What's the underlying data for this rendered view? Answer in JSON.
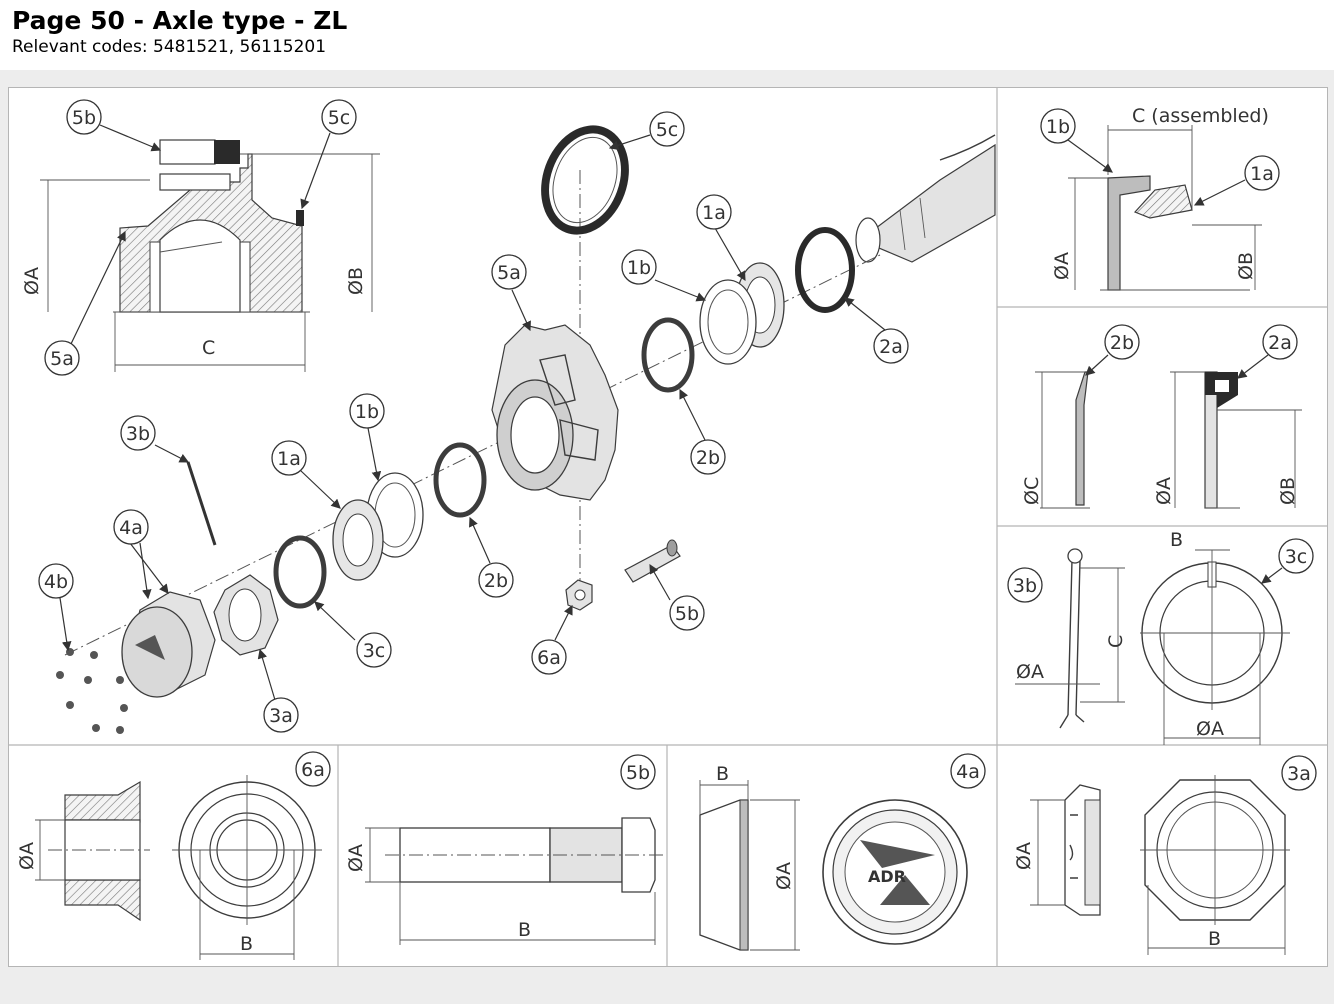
{
  "header": {
    "title": "Page 50 - Axle type - ZL",
    "subtitle": "Relevant codes: 5481521, 56115201"
  },
  "callouts": {
    "c5b": "5b",
    "c5c": "5c",
    "c5a": "5a",
    "c1a": "1a",
    "c1b": "1b",
    "c2a": "2a",
    "c2b": "2b",
    "c3a": "3a",
    "c3b": "3b",
    "c3c": "3c",
    "c4a": "4a",
    "c4b": "4b",
    "c6a": "6a"
  },
  "dims": {
    "dA": "ØA",
    "dB": "ØB",
    "dC": "ØC",
    "C": "C",
    "B": "B",
    "C_assembled": "C (assembled)"
  },
  "logo_text": "ADR"
}
